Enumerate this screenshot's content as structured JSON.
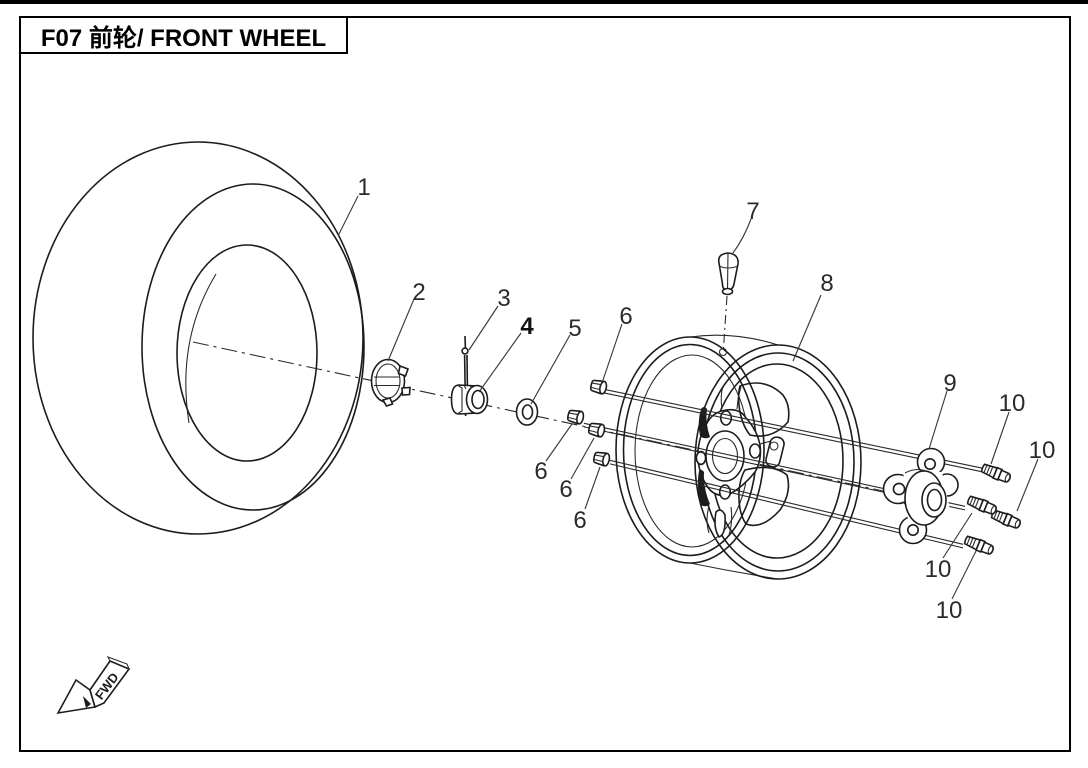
{
  "header": {
    "title": "F07 前轮/ FRONT WHEEL"
  },
  "colors": {
    "line": "#1c1c1c",
    "background": "#ffffff",
    "frame": "#000000"
  },
  "callouts": {
    "part1": "1",
    "part2": "2",
    "part3": "3",
    "part4": "4",
    "part5": "5",
    "part6": "6",
    "part7": "7",
    "part8": "8",
    "part9": "9",
    "part10": "10"
  },
  "fwd_marker": {
    "label": "FWD"
  }
}
